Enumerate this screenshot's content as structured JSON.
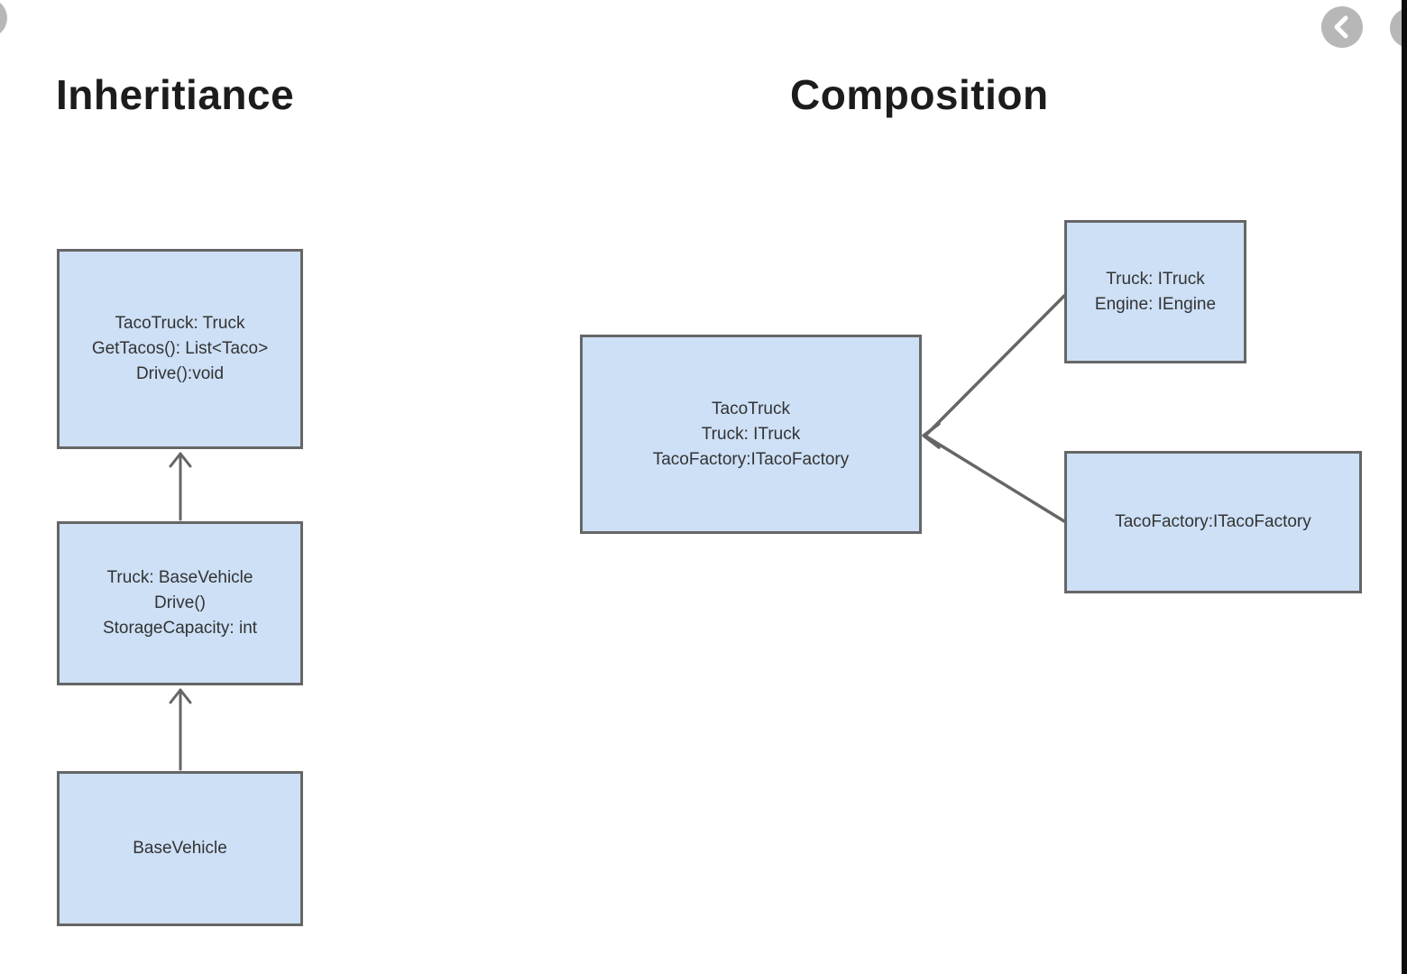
{
  "page": {
    "background_color": "#ffffff",
    "shape_fill_color": "#cde0f6",
    "shape_border_color": "#666666",
    "connector_color": "#666666",
    "nav_button_color": "#b7b7b7",
    "edge_strip_color": "#0d0d0d"
  },
  "titles": {
    "inheritance": "Inheritiance",
    "composition": "Composition"
  },
  "nav": {
    "back_icon": "chevron-left",
    "next_icon": "chevron-right"
  },
  "inheritance": {
    "boxes": [
      {
        "name": "taco-truck",
        "lines": [
          "TacoTruck: Truck",
          "GetTacos(): List<Taco>",
          "Drive():void"
        ]
      },
      {
        "name": "truck",
        "lines": [
          "Truck: BaseVehicle",
          "Drive()",
          "StorageCapacity: int"
        ]
      },
      {
        "name": "base-vehicle",
        "lines": [
          "BaseVehicle"
        ]
      }
    ],
    "arrows": [
      {
        "from": "truck",
        "to": "taco-truck",
        "style": "open-arrow-up"
      },
      {
        "from": "base-vehicle",
        "to": "truck",
        "style": "open-arrow-up"
      }
    ]
  },
  "composition": {
    "boxes": [
      {
        "name": "taco-truck-composed",
        "lines": [
          "TacoTruck",
          "Truck: ITruck",
          "TacoFactory:ITacoFactory"
        ]
      },
      {
        "name": "truck-engine",
        "lines": [
          "Truck: ITruck",
          "Engine: IEngine"
        ]
      },
      {
        "name": "taco-factory",
        "lines": [
          "TacoFactory:ITacoFactory"
        ]
      }
    ],
    "arrows": [
      {
        "from": "truck-engine",
        "to": "taco-truck-composed",
        "style": "open-arrow-left"
      },
      {
        "from": "taco-factory",
        "to": "taco-truck-composed",
        "style": "open-arrow-left"
      }
    ]
  }
}
